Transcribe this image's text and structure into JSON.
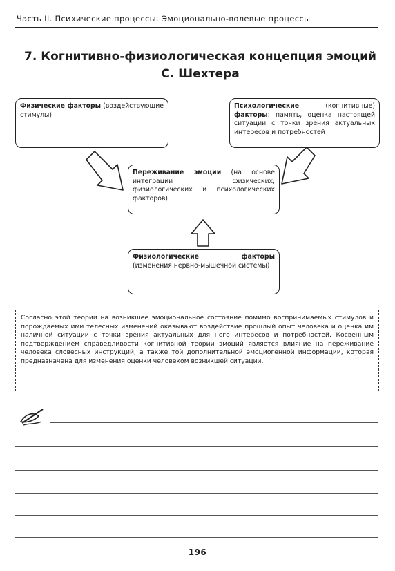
{
  "running_head": "Часть II. Психические процессы. Эмоционально-волевые процессы",
  "title": {
    "line1": "7. Когнитивно-физиологическая концепция эмоций",
    "line2": "С. Шехтера"
  },
  "boxes": {
    "physical": {
      "label": "Физические факторы",
      "text": " (воздействующие стимулы)"
    },
    "psychological": {
      "label": "Психологические",
      "text1": " (когнитивные) ",
      "label2": "факторы",
      "text2": ": память, оценка настоящей ситуации с точки зрения актуальных интересов и потребностей"
    },
    "experience": {
      "label": "Переживание эмоции",
      "text": " (на основе интеграции физических, физиологических и психологических факторов)"
    },
    "physiological": {
      "label": "Физиологические факторы",
      "text": " (изменения нервно-мышечной системы)"
    }
  },
  "note": "Согласно этой теории на возникшее эмоциональное состояние помимо воспринимаемых стимулов и порождаемых ими телесных изменений оказывают воздействие прошлый опыт человека и оценка им наличной ситуации с точки зрения актуальных для него интересов и потребностей. Косвенным подтверждением справедливости когнитивной теории эмоций является влияние на переживание человека словесных инструкций, а также той дополнительной эмоциогенной информации, которая предназначена для изменения оценки человеком возникшей ситуации.",
  "icons": {
    "pen": "pen-writing-icon"
  },
  "page_number": "196"
}
